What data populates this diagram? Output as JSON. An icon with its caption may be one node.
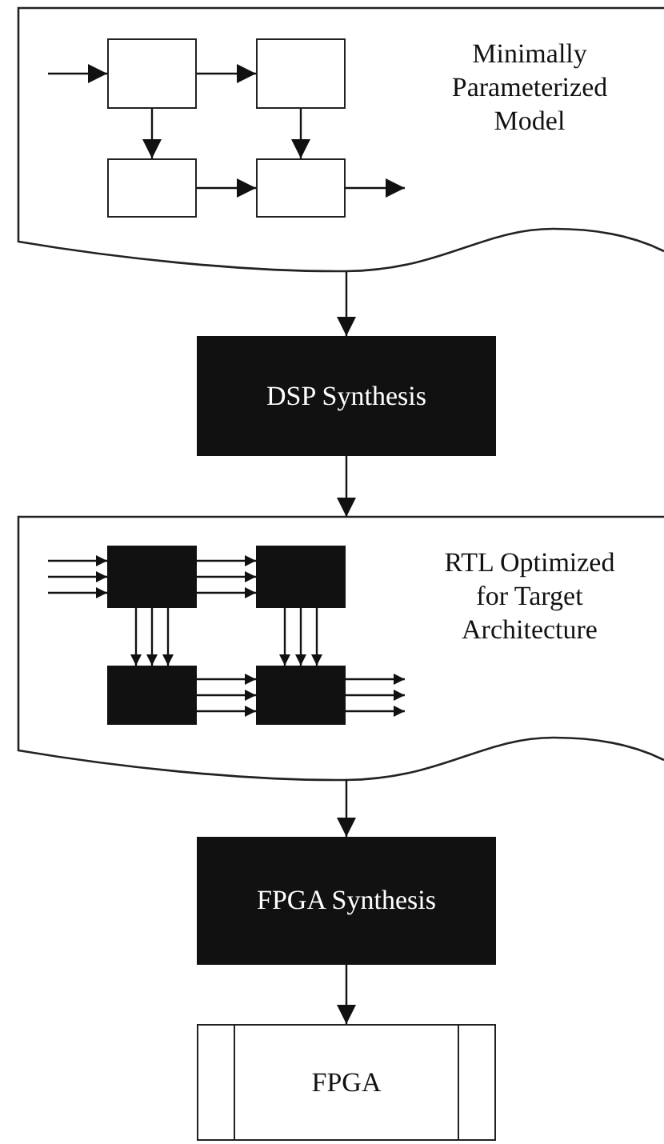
{
  "diagram": {
    "nodes": [
      {
        "text": [
          "Minimally Parameterized Model"
        ]
      },
      {
        "text": [],
        "shape": "box",
        "in": 0
      },
      {
        "text": [],
        "shape": "box",
        "in": 0
      },
      {
        "text": [],
        "shape": "box",
        "in": 0
      },
      {
        "text": [],
        "shape": "box",
        "in": 0
      },
      {
        "text": [
          "DSP Synthesis"
        ]
      },
      {
        "text": [
          "RTL Optimized for Target Architecture"
        ]
      },
      {
        "text": [],
        "shape": "box",
        "in": 6
      },
      {
        "text": [],
        "shape": "box",
        "in": 6
      },
      {
        "text": [],
        "shape": "box",
        "in": 6
      },
      {
        "text": [],
        "shape": "box",
        "in": 6
      },
      {
        "text": [
          "FPGA Synthesis"
        ]
      },
      {
        "text": [
          "FPGA"
        ]
      }
    ],
    "edges": [
      {
        "from": null,
        "to": 1,
        "arrow": "to"
      },
      {
        "from": 1,
        "to": 2,
        "arrow": "to"
      },
      {
        "from": 1,
        "to": 3,
        "arrow": "to"
      },
      {
        "from": 2,
        "to": 4,
        "arrow": "to"
      },
      {
        "from": 3,
        "to": 4,
        "arrow": "to"
      },
      {
        "from": 4,
        "to": null,
        "arrow": "to"
      },
      {
        "from": 0,
        "to": 5,
        "arrow": "to"
      },
      {
        "from": 5,
        "to": 6,
        "arrow": "to"
      },
      {
        "from": null,
        "to": 7,
        "arrow": "to"
      },
      {
        "from": null,
        "to": 7,
        "arrow": "to"
      },
      {
        "from": null,
        "to": 7,
        "arrow": "to"
      },
      {
        "from": 7,
        "to": 8,
        "arrow": "to"
      },
      {
        "from": 7,
        "to": 8,
        "arrow": "to"
      },
      {
        "from": 7,
        "to": 8,
        "arrow": "to"
      },
      {
        "from": 7,
        "to": 9,
        "arrow": "to"
      },
      {
        "from": 7,
        "to": 9,
        "arrow": "to"
      },
      {
        "from": 7,
        "to": 9,
        "arrow": "to"
      },
      {
        "from": 8,
        "to": 10,
        "arrow": "to"
      },
      {
        "from": 8,
        "to": 10,
        "arrow": "to"
      },
      {
        "from": 8,
        "to": 10,
        "arrow": "to"
      },
      {
        "from": 9,
        "to": 10,
        "arrow": "to"
      },
      {
        "from": 9,
        "to": 10,
        "arrow": "to"
      },
      {
        "from": 9,
        "to": 10,
        "arrow": "to"
      },
      {
        "from": 10,
        "to": null,
        "arrow": "to"
      },
      {
        "from": 10,
        "to": null,
        "arrow": "to"
      },
      {
        "from": 10,
        "to": null,
        "arrow": "to"
      },
      {
        "from": 6,
        "to": 11,
        "arrow": "to"
      },
      {
        "from": 11,
        "to": 12,
        "arrow": "to"
      }
    ]
  }
}
